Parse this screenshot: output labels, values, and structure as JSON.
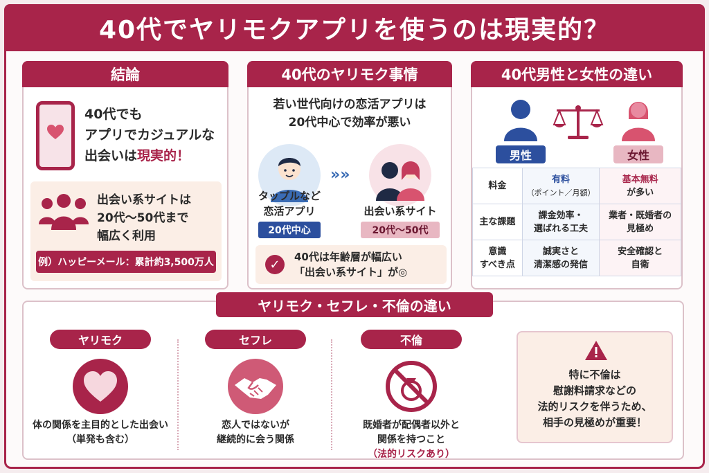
{
  "title": "40代でヤリモクアプリを使うのは現実的？",
  "colors": {
    "accent": "#a8244a",
    "male": "#2c4f9e",
    "female_light": "#e8b7c2"
  },
  "conclusion": {
    "heading": "結論",
    "icon": "phone-heart-icon",
    "line1": "40代でも",
    "line2": "アプリでカジュアルな",
    "line3_prefix": "出会いは",
    "line3_highlight": "現実的！",
    "box_icon": "group-icon",
    "box_line1": "出会い系サイトは",
    "box_line2": "20代〜50代まで",
    "box_line3": "幅広く利用",
    "example": "例）ハッピーメール：累計約3,500万人"
  },
  "situation": {
    "heading": "40代のヤリモク事情",
    "intro_line1": "若い世代向けの恋活アプリは",
    "intro_line2": "20代中心で効率が悪い",
    "left_label_1": "タップルなど",
    "left_label_2": "恋活アプリ",
    "left_pill": "20代中心",
    "arrows": "»»",
    "right_label": "出会い系サイト",
    "right_pill": "20代〜50代",
    "check_line1": "40代は年齢層が幅広い",
    "check_line2": "「出会い系サイト」が◎"
  },
  "gender": {
    "heading": "40代男性と女性の違い",
    "male": "男性",
    "female": "女性",
    "rows": [
      {
        "label": [
          "料金"
        ],
        "male": [
          "有料",
          "（ポイント／月額）"
        ],
        "female": [
          "基本無料",
          "が多い"
        ]
      },
      {
        "label": [
          "主な課題"
        ],
        "male": [
          "課金効率・",
          "選ばれる工夫"
        ],
        "female": [
          "業者・既婚者の",
          "見極め"
        ]
      },
      {
        "label": [
          "意識",
          "すべき点"
        ],
        "male": [
          "誠実さと",
          "清潔感の発信"
        ],
        "female": [
          "安全確認と",
          "自衛"
        ]
      }
    ]
  },
  "differences": {
    "heading": "ヤリモク・セフレ・不倫の違い",
    "yarimoku": {
      "label": "ヤリモク",
      "icon": "heart-icon",
      "line1": "体の関係を主目的とした出会い",
      "line2": "（単発も含む）"
    },
    "sefure": {
      "label": "セフレ",
      "icon": "handshake-icon",
      "line1": "恋人ではないが",
      "line2": "継続的に会う関係"
    },
    "furin": {
      "label": "不倫",
      "icon": "no-ring-icon",
      "line1": "既婚者が配偶者以外と",
      "line2": "関係を持つこと",
      "line3": "（法的リスクあり）"
    },
    "warning": {
      "icon": "warning-icon",
      "line1": "特に不倫は",
      "line2": "慰謝料請求などの",
      "line3": "法的リスクを伴うため、",
      "line4": "相手の見極めが重要！"
    }
  }
}
